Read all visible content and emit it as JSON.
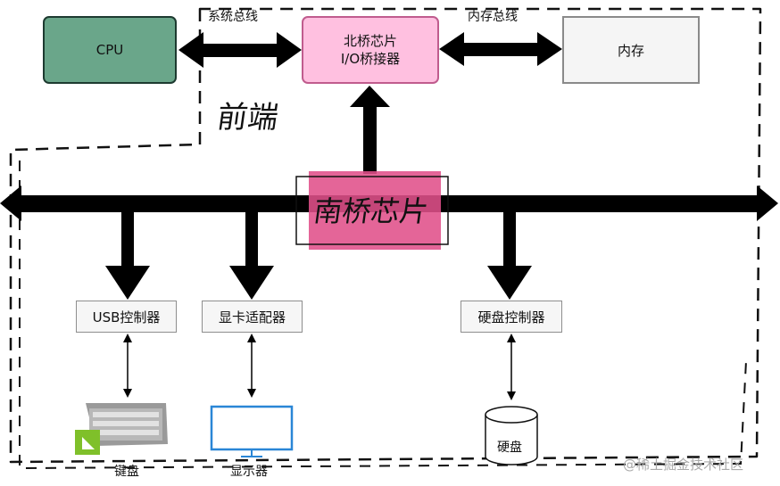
{
  "nodes": {
    "cpu": "CPU",
    "northbridge_line1": "北桥芯片",
    "northbridge_line2": "I/O桥接器",
    "memory": "内存",
    "usb_controller": "USB控制器",
    "gpu_adapter": "显卡适配器",
    "disk_controller": "硬盘控制器",
    "keyboard": "键盘",
    "monitor": "显示器",
    "disk": "硬盘"
  },
  "edges": {
    "system_bus": "系统总线",
    "memory_bus": "内存总线"
  },
  "annotations": {
    "front_end": "前端",
    "southbridge": "南桥芯片"
  },
  "watermark": "@稀土掘金技术社区",
  "colors": {
    "cpu_fill": "#6aa68a",
    "northbridge_fill": "#ffc0e0",
    "southbridge_fill": "#e0508a",
    "bus": "#000000"
  }
}
